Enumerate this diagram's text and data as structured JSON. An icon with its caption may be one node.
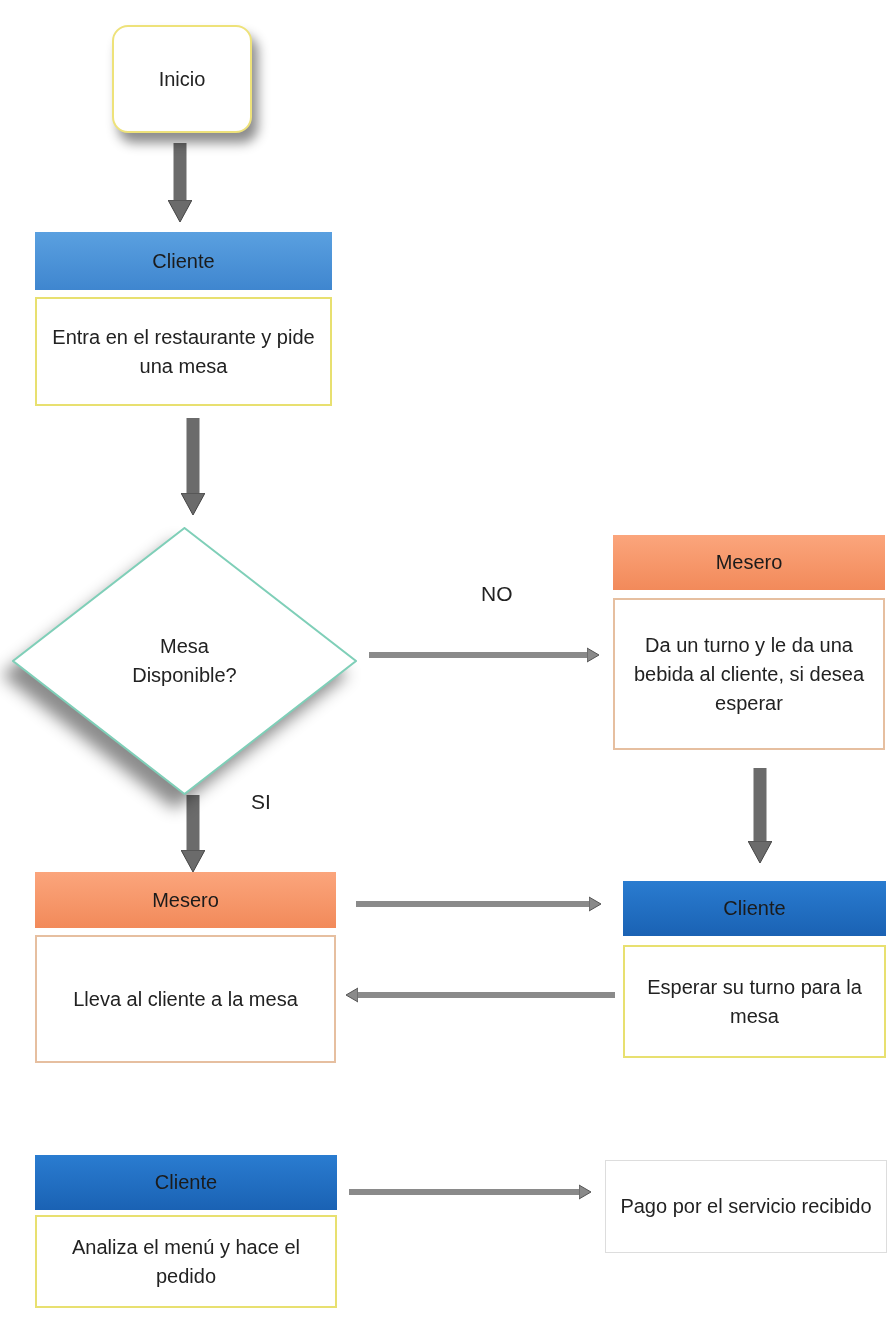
{
  "diagram": {
    "nodes": [
      {
        "text": [
          "Inicio"
        ]
      },
      {
        "text": [
          "Cliente",
          "Entra en el restaurante y pide una mesa"
        ]
      },
      {
        "text": [
          "Mesa Disponible?"
        ]
      },
      {
        "text": [
          "Mesero",
          "Da un turno y le da una bebida al cliente, si desea esperar"
        ]
      },
      {
        "text": [
          "Mesero",
          "Lleva al cliente a la mesa"
        ]
      },
      {
        "text": [
          "Cliente",
          "Esperar su turno para la mesa"
        ]
      },
      {
        "text": [
          "Cliente",
          "Analiza el menú y hace el pedido"
        ]
      },
      {
        "text": [
          "Pago por el servicio recibido"
        ]
      }
    ],
    "edges": [
      {
        "from": 0,
        "to": 1,
        "arrow": "to",
        "style": "thick"
      },
      {
        "from": 1,
        "to": 2,
        "arrow": "to",
        "style": "thick"
      },
      {
        "from": 2,
        "to": 3,
        "arrow": "to",
        "label": "NO"
      },
      {
        "from": 2,
        "to": 4,
        "arrow": "to",
        "label": "SI",
        "style": "thick"
      },
      {
        "from": 3,
        "to": 5,
        "arrow": "to",
        "style": "thick"
      },
      {
        "from": 4,
        "to": 5,
        "arrow": "to"
      },
      {
        "from": 5,
        "to": 4,
        "arrow": "to"
      },
      {
        "from": 6,
        "to": 7,
        "arrow": "to"
      }
    ]
  }
}
